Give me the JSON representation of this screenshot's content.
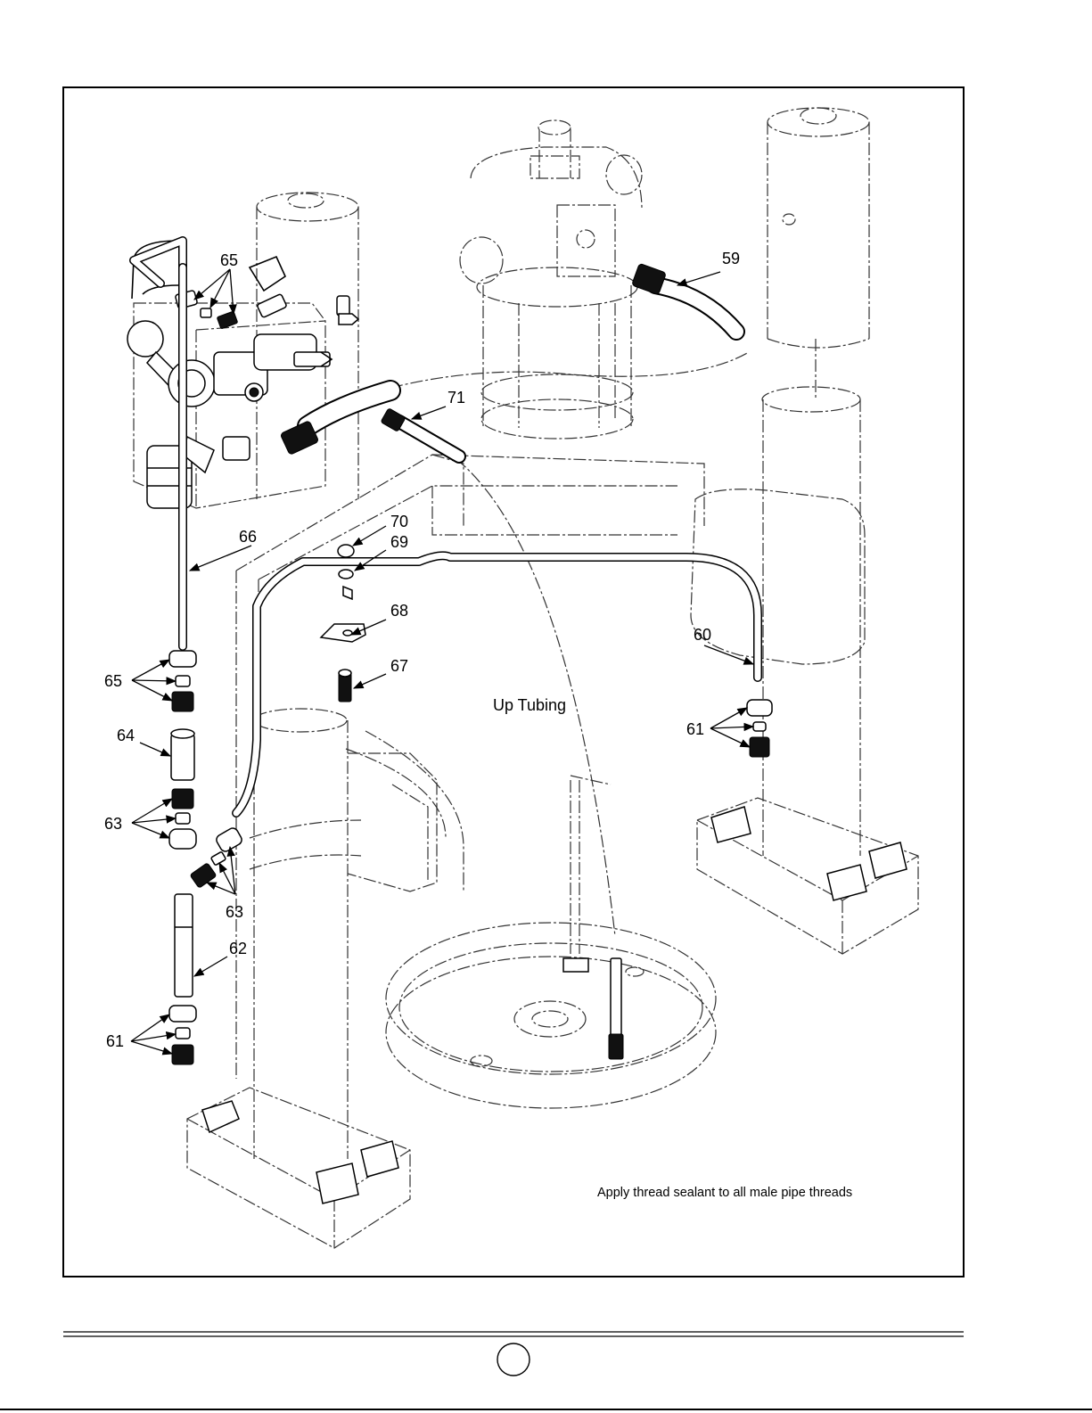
{
  "diagram": {
    "callouts": {
      "c59": "59",
      "c60": "60",
      "c61a": "61",
      "c61b": "61",
      "c62": "62",
      "c63a": "63",
      "c63b": "63",
      "c64": "64",
      "c65a": "65",
      "c65b": "65",
      "c66": "66",
      "c67": "67",
      "c68": "68",
      "c69": "69",
      "c70": "70",
      "c71": "71"
    },
    "section_label": "Up Tubing",
    "note": "Apply thread sealant to all male pipe threads"
  },
  "footer": {
    "page_number": ""
  }
}
